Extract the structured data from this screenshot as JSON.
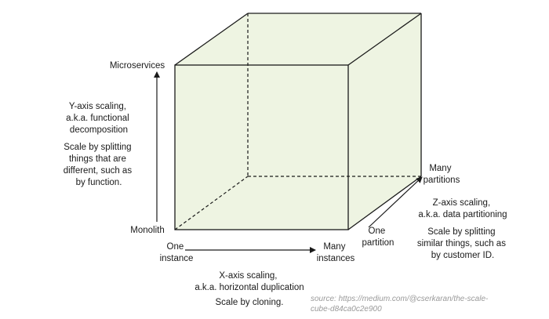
{
  "colors": {
    "cube_fill": "#eef4e2",
    "edge": "#1a1a1a",
    "source_text": "#9a9a9a"
  },
  "y_axis": {
    "top_label": "Microservices",
    "bottom_label": "Monolith",
    "title_lines": [
      "Y-axis scaling,",
      "a.k.a. functional",
      "decomposition"
    ],
    "desc_lines": [
      "Scale by splitting",
      "things that are",
      "different, such as",
      "by function."
    ]
  },
  "x_axis": {
    "left_label_lines": [
      "One",
      "instance"
    ],
    "right_label_lines": [
      "Many",
      "instances"
    ],
    "title_lines": [
      "X-axis scaling,",
      "a.k.a. horizontal duplication"
    ],
    "desc_lines": [
      "Scale by cloning."
    ]
  },
  "z_axis": {
    "start_label_lines": [
      "One",
      "partition"
    ],
    "end_label_lines": [
      "Many",
      "partitions"
    ],
    "title_lines": [
      "Z-axis scaling,",
      "a.k.a. data partitioning"
    ],
    "desc_lines": [
      "Scale by splitting",
      "similar things, such as",
      "by customer ID."
    ]
  },
  "source": {
    "lines": [
      "source: https://medium.com/@cserkaran/the-scale-",
      "cube-d84ca0c2e900"
    ]
  }
}
